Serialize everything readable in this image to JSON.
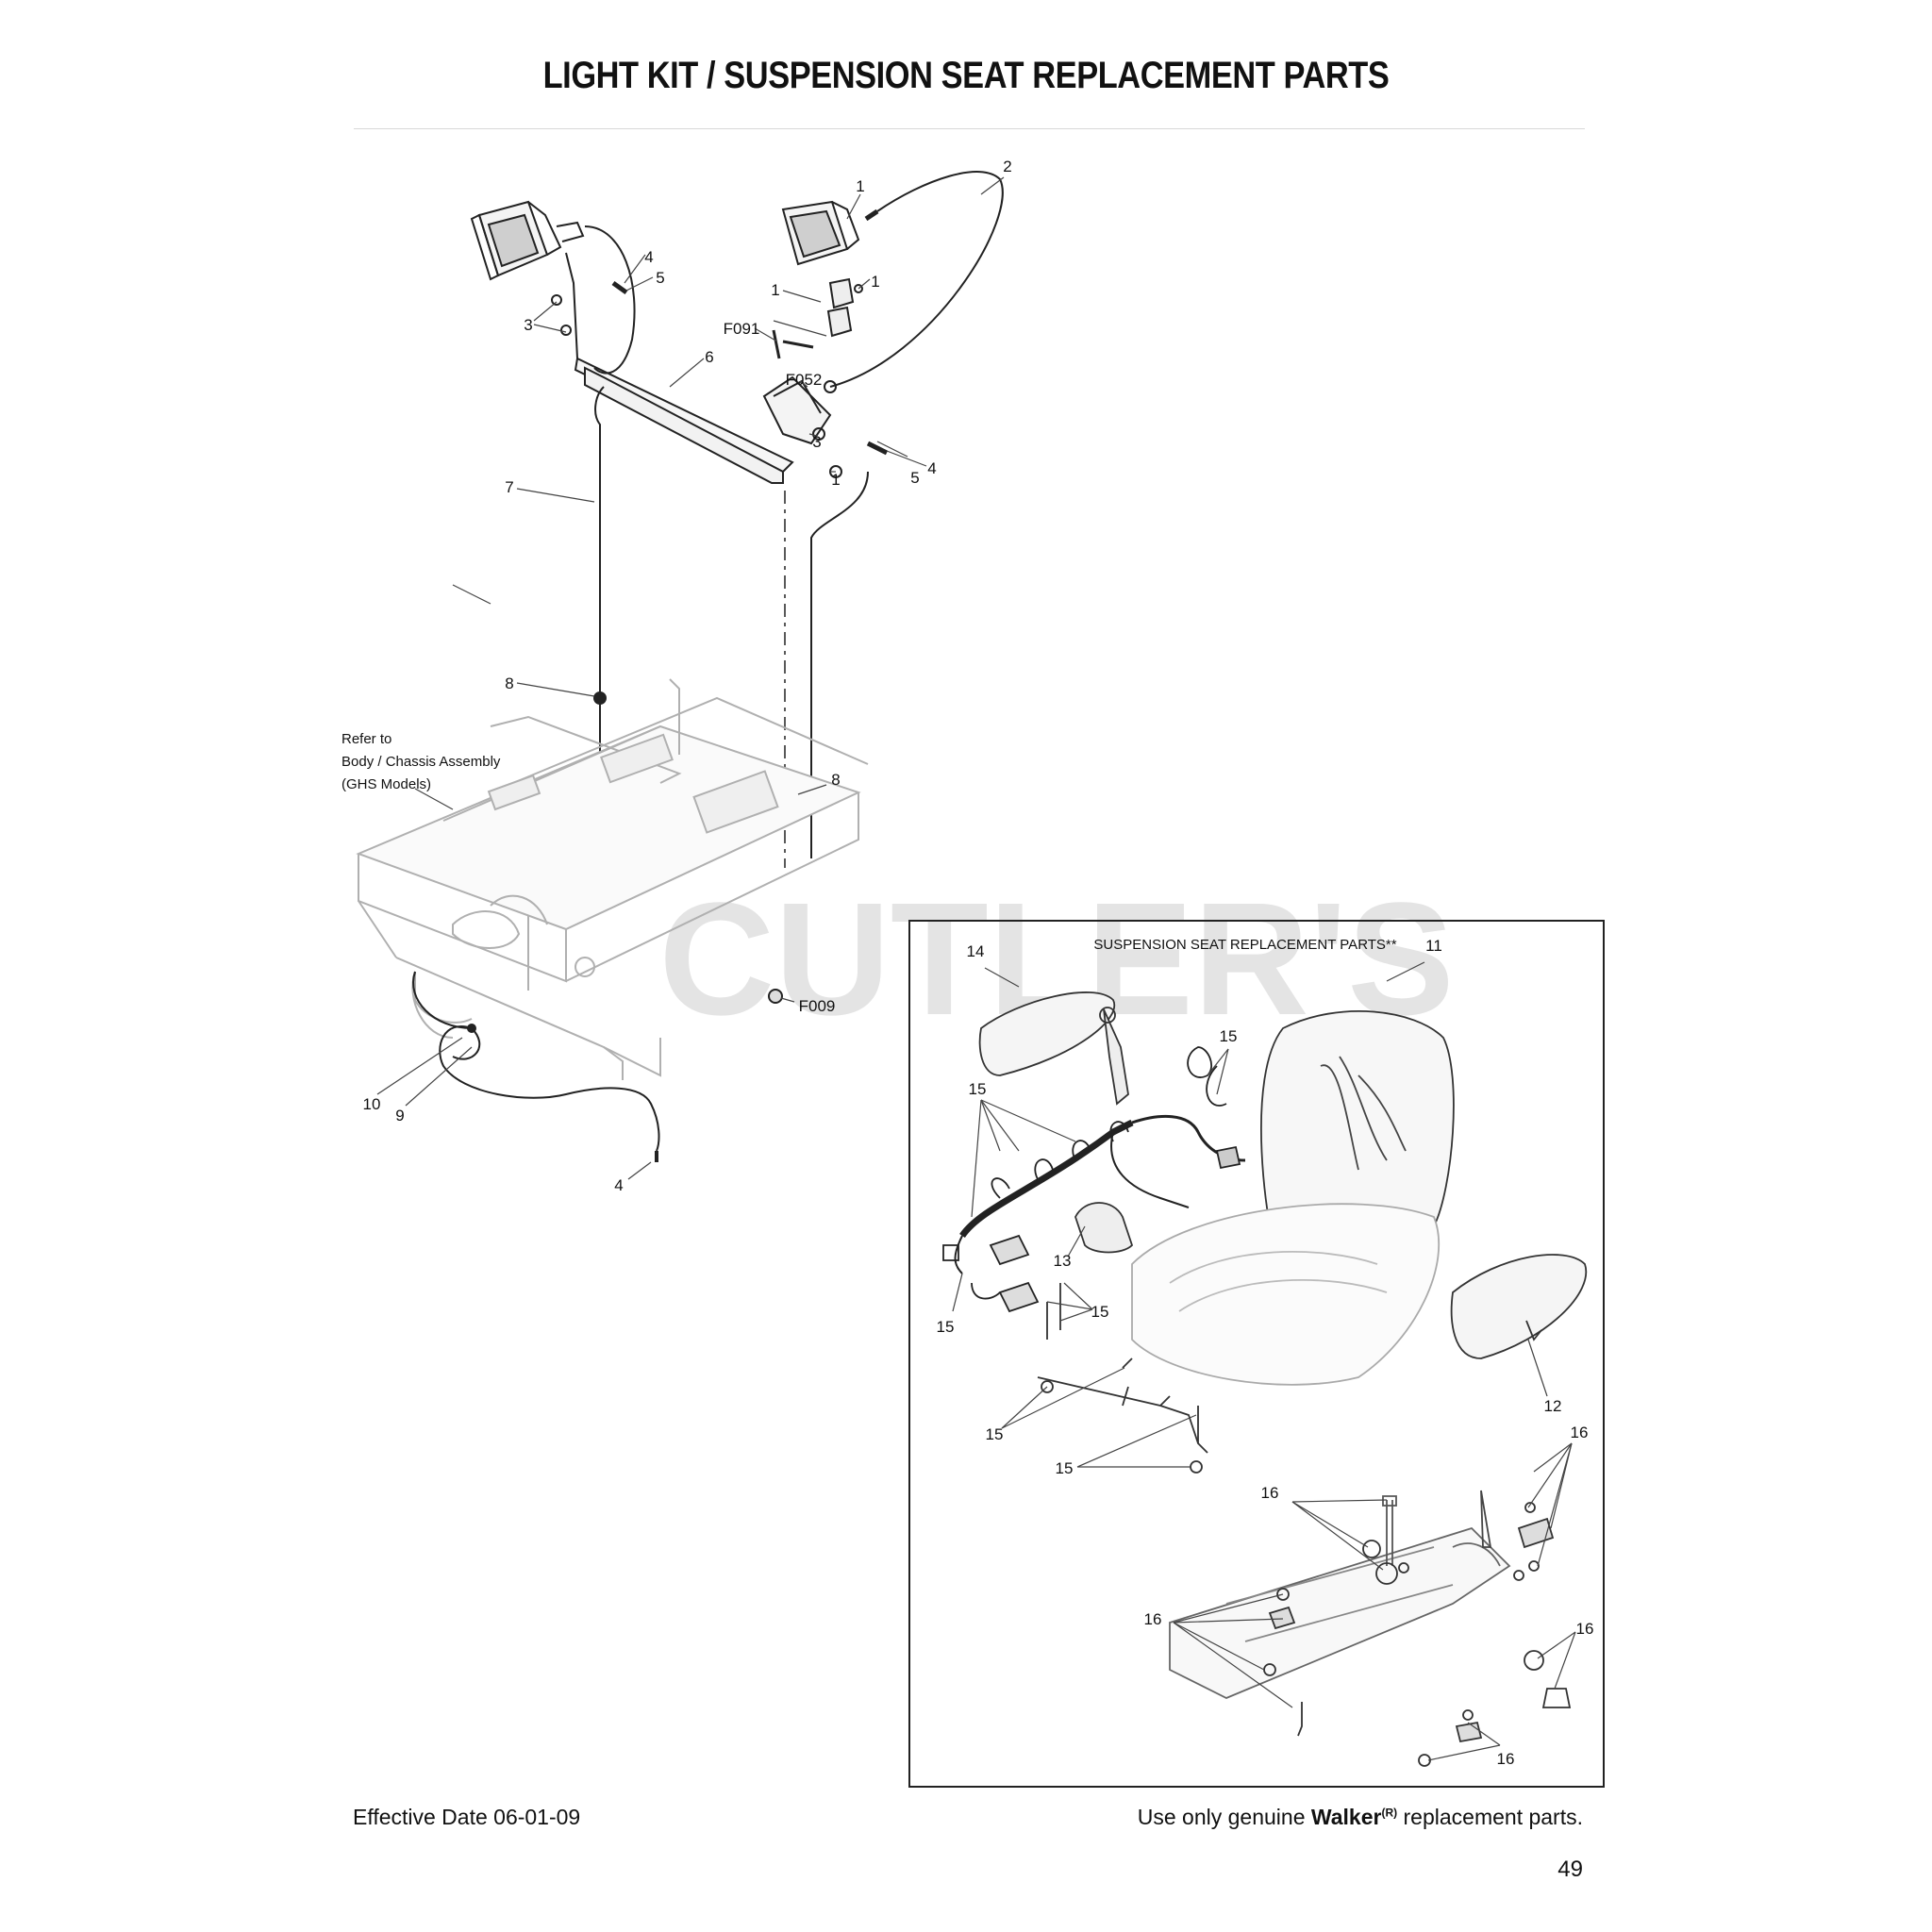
{
  "page": {
    "title": "LIGHT KIT / SUSPENSION SEAT REPLACEMENT PARTS",
    "effective_date": "Effective Date 06-01-09",
    "footer_prefix": "Use only genuine",
    "footer_brand": "Walker",
    "footer_reg": "(R)",
    "footer_suffix": "replacement parts.",
    "page_number": "49"
  },
  "diagram": {
    "watermark": "CUTLER'S",
    "chassis_note": [
      "Refer to",
      "Body / Chassis Assembly",
      "(GHS Models)"
    ],
    "inset_title": "SUSPENSION SEAT REPLACEMENT PARTS**",
    "callouts": {
      "c1a": "1",
      "c2": "2",
      "c1b": "1",
      "c1c": "1",
      "c4a": "4",
      "c5a": "5",
      "c3a": "3",
      "f091": "F091",
      "f052": "F052",
      "c6": "6",
      "c3b": "3",
      "c1d": "1",
      "c5b": "5",
      "c4b": "4",
      "c7": "7",
      "c8a": "8",
      "c8b": "8",
      "f009": "F009",
      "c10": "10",
      "c9": "9",
      "c4c": "4",
      "c14": "14",
      "c11": "11",
      "c15a": "15",
      "c15b": "15",
      "c13": "13",
      "c15c": "15",
      "c15d": "15",
      "c15e": "15",
      "c15f": "15",
      "c12": "12",
      "c16a": "16",
      "c16b": "16",
      "c16c": "16",
      "c16d": "16",
      "c16e": "16"
    }
  }
}
